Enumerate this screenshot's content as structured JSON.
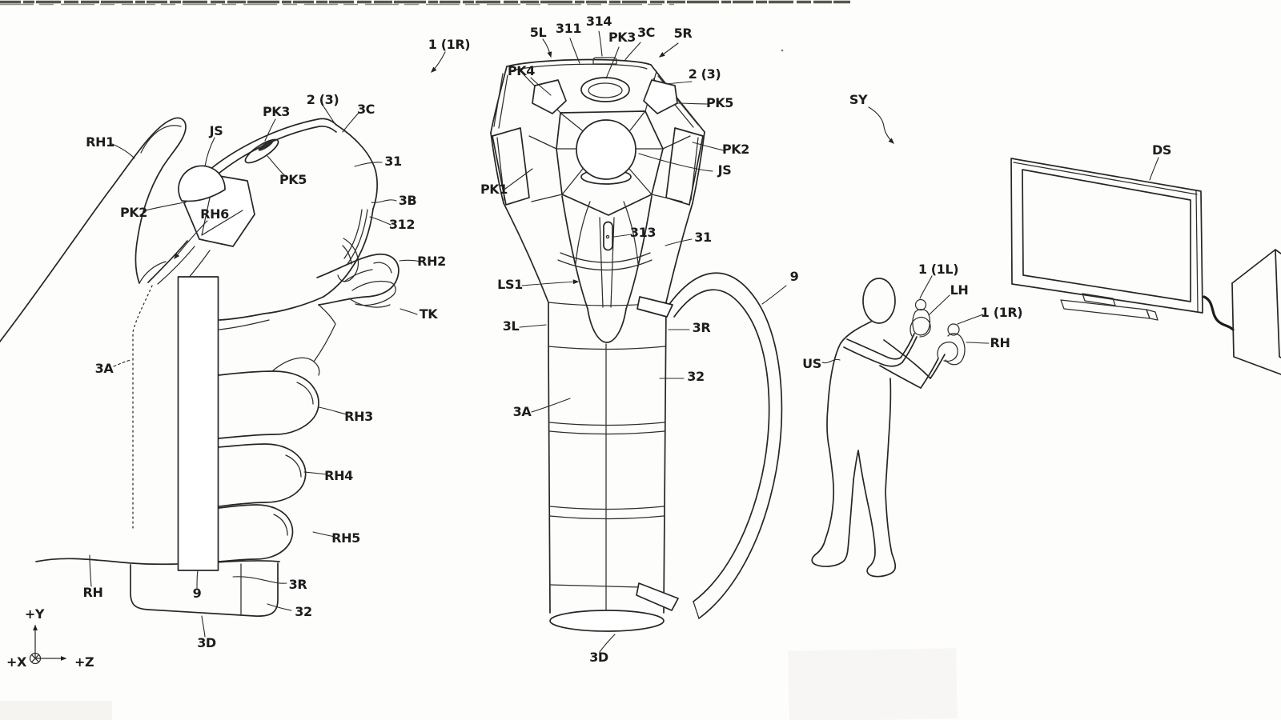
{
  "colors": {
    "ink": "#262626",
    "paper": "#fdfdfc"
  },
  "labels": {
    "ref_1r": "1 (1R)",
    "ref_1l": "1 (1L)",
    "ref_2_3": "2 (3)",
    "rh": "RH",
    "rh1": "RH1",
    "rh2": "RH2",
    "rh3": "RH3",
    "rh4": "RH4",
    "rh5": "RH5",
    "rh6": "RH6",
    "js": "JS",
    "tk": "TK",
    "ls1": "LS1",
    "pk1": "PK1",
    "pk2": "PK2",
    "pk3": "PK3",
    "pk4": "PK4",
    "pk5": "PK5",
    "n3a": "3A",
    "n3b": "3B",
    "n3c": "3C",
    "n3d": "3D",
    "n3l": "3L",
    "n3r": "3R",
    "n5l": "5L",
    "n5r": "5R",
    "n9": "9",
    "n31": "31",
    "n32": "32",
    "n311": "311",
    "n312": "312",
    "n313": "313",
    "n314": "314",
    "sy": "SY",
    "ds": "DS",
    "lh": "LH",
    "us": "US",
    "axis_y": "+Y",
    "axis_x": "+X",
    "axis_z": "+Z"
  }
}
